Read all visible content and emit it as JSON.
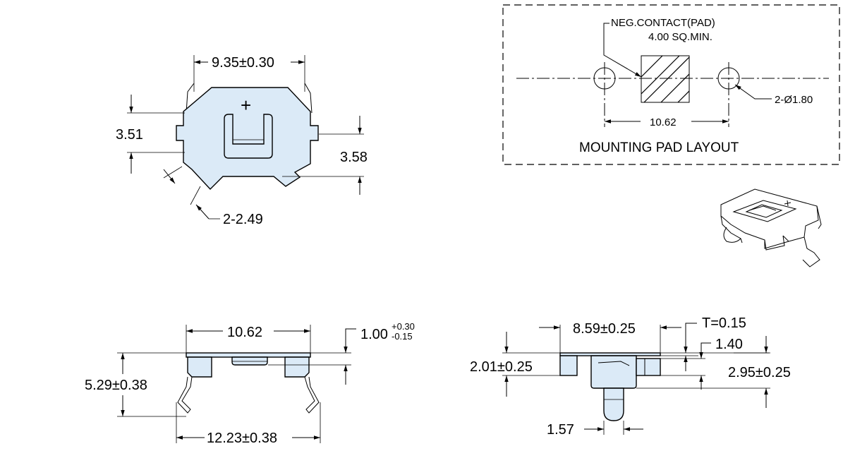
{
  "top_view": {
    "width_dim": "9.35±0.30",
    "height_left_dim": "3.51",
    "height_right_dim": "3.58",
    "chamfer_dim": "2-2.49",
    "polarity_mark": "+"
  },
  "mounting_pad": {
    "neg_contact_label": "NEG.CONTACT(PAD)",
    "pad_size_label": "4.00 SQ.MIN.",
    "hole_label": "2-Ø1.80",
    "spacing_dim": "10.62",
    "title": "MOUNTING PAD LAYOUT"
  },
  "front_view": {
    "top_width_dim": "10.62",
    "height_dim": "5.29±0.38",
    "bottom_width_dim": "12.23±0.38",
    "offset_dim_base": "1.00",
    "offset_dim_plus": "+0.30",
    "offset_dim_minus": "-0.15"
  },
  "side_view": {
    "width_dim": "8.59±0.25",
    "thickness_dim": "T=0.15",
    "tab_dim": "1.40",
    "height_left_dim": "2.01±0.25",
    "height_right_dim": "2.95±0.25",
    "pin_dim": "1.57"
  },
  "iso_view": {
    "polarity_mark": "+"
  }
}
